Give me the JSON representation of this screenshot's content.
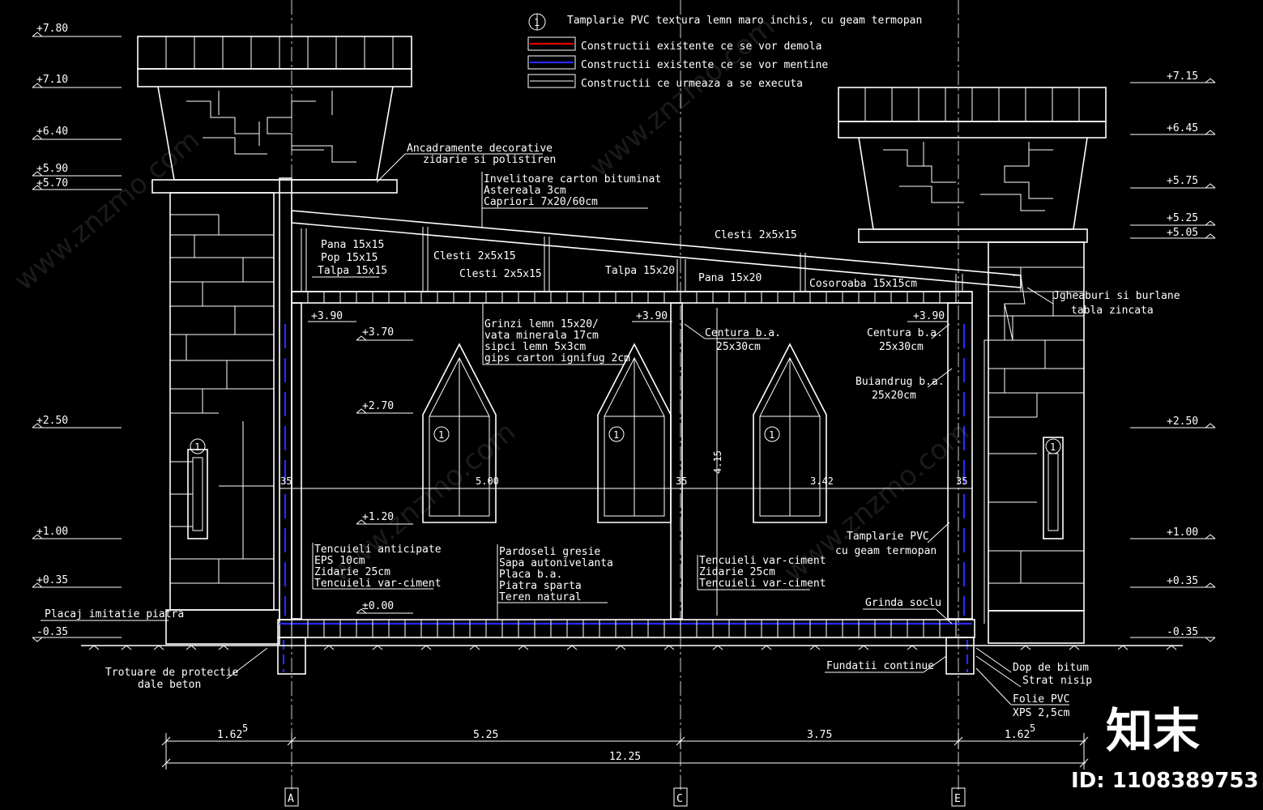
{
  "legend": {
    "window_symbol": "1",
    "window_note": "Tamplarie PVC textura lemn maro inchis, cu geam termopan",
    "items": [
      {
        "label": "Constructii existente ce se vor demola",
        "color": "#e00000"
      },
      {
        "label": "Constructii existente ce se vor mentine",
        "color": "#2a2aff"
      },
      {
        "label": "Constructii ce urmeaza a se executa",
        "color": "#ffffff"
      }
    ]
  },
  "levels_left": [
    "+7.80",
    "+7.10",
    "+6.40",
    "+5.90",
    "+5.70",
    "+2.50",
    "+1.00",
    "+0.35",
    "-0.35"
  ],
  "levels_right": [
    "+7.15",
    "+6.45",
    "+5.75",
    "+5.25",
    "+5.05",
    "+2.50",
    "+1.00",
    "+0.35",
    "-0.35"
  ],
  "levels_interior": [
    "+3.90",
    "+3.70",
    "+2.70",
    "+1.20",
    "±0.00",
    "+3.90",
    "+3.90"
  ],
  "annotations": {
    "decorative_1": "Ancadramente decorative",
    "decorative_2": "zidarie si polistiren",
    "roof_1": "Invelitoare carton bituminat",
    "roof_2": "Astereala 3cm",
    "roof_3": "Capriori 7x20/60cm",
    "pana_left": "Pana 15x15",
    "pop": "Pop 15x15",
    "talpa_left": "Talpa 15x15",
    "clesti_1": "Clesti 2x5x15",
    "clesti_2": "Clesti 2x5x15",
    "clesti_3": "Clesti 2x5x15",
    "talpa_mid": "Talpa 15x20",
    "pana_mid": "Pana 15x20",
    "cosoroaba": "Cosoroaba 15x15cm",
    "jgheaburi_1": "Jgheaburi si burlane",
    "jgheaburi_2": "tabla zincata",
    "grinzi_1": "Grinzi lemn 15x20/",
    "grinzi_2": "vata minerala 17cm",
    "grinzi_3": "sipci lemn 5x3cm",
    "grinzi_4": "gips carton ignifug 2cm",
    "centura_1": "Centura b.a.",
    "centura_1b": "25x30cm",
    "centura_2": "Centura b.a.",
    "centura_2b": "25x30cm",
    "buiandrug_1": "Buiandrug b.a.",
    "buiandrug_2": "25x20cm",
    "tamplarie_1": "Tamplarie PVC",
    "tamplarie_2": "cu geam termopan",
    "tencuieli_1": "Tencuieli anticipate",
    "tencuieli_2": "EPS 10cm",
    "tencuieli_3": "Zidarie 25cm",
    "tencuieli_4": "Tencuieli var-ciment",
    "pardoseli_1": "Pardoseli gresie",
    "pardoseli_2": "Sapa autonivelanta",
    "pardoseli_3": "Placa b.a.",
    "pardoseli_4": "Piatra sparta",
    "pardoseli_5": "Teren natural",
    "tenc_mid_1": "Tencuieli var-ciment",
    "tenc_mid_2": "Zidarie 25cm",
    "tenc_mid_3": "Tencuieli var-ciment",
    "grinda_soclu": "Grinda soclu",
    "placaj": "Placaj imitatie piatra",
    "trotuare_1": "Trotuare de protectie",
    "trotuare_2": "dale beton",
    "fundatii": "Fundatii continue",
    "dop": "Dop de bitum",
    "strat": "Strat nisip",
    "folie": "Folie PVC",
    "xps": "XPS 2,5cm"
  },
  "interior_dims": {
    "d1": "35",
    "d2": "5.00",
    "d3": "35",
    "d4": "3.42",
    "d5": "35",
    "height": "4.15"
  },
  "window_tags": [
    "1",
    "1",
    "1",
    "1",
    "1"
  ],
  "bottom_dims": {
    "seg1": "1.62",
    "seg1_sup": "5",
    "seg2": "5.25",
    "seg3": "3.75",
    "seg4": "1.62",
    "seg4_sup": "5",
    "total": "12.25"
  },
  "axes": [
    "A",
    "C",
    "E"
  ],
  "watermark": {
    "site": "www.znzmo.com",
    "logo": "知末",
    "id": "ID: 1108389753"
  }
}
